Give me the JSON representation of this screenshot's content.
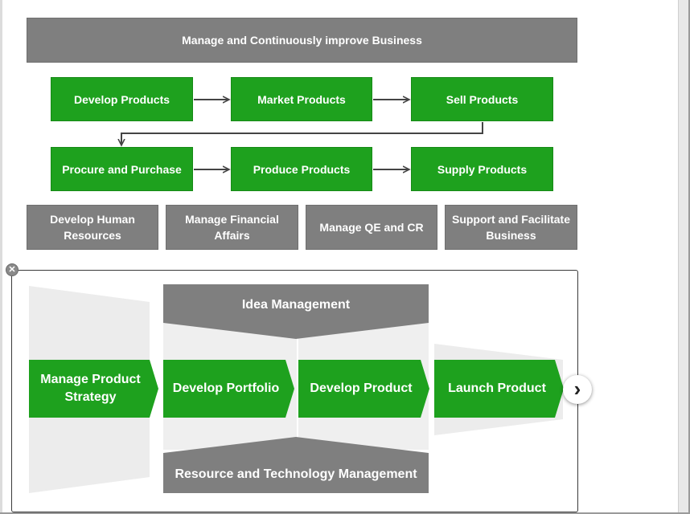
{
  "upper": {
    "top_bar": "Manage and Continuously improve Business",
    "row1": [
      "Develop Products",
      "Market Products",
      "Sell Products"
    ],
    "row2": [
      "Procure and Purchase",
      "Produce Products",
      "Supply Products"
    ],
    "bottom_row": [
      "Develop Human Resources",
      "Manage Financial Affairs",
      "Manage QE and CR",
      "Support and Facilitate Business"
    ]
  },
  "lower": {
    "top_band": "Idea Management",
    "bottom_band": "Resource and Technology Management",
    "steps": [
      "Manage Product Strategy",
      "Develop Portfolio",
      "Develop Product",
      "Launch Product"
    ]
  },
  "controls": {
    "close_icon": "close-icon",
    "next_icon": "chevron-right-icon",
    "close_glyph": "✕",
    "next_glyph": "›"
  },
  "colors": {
    "green": "#1ea11e",
    "gray": "#7f7f7f",
    "light_gray": "#ebebeb",
    "arrow": "#444444"
  }
}
